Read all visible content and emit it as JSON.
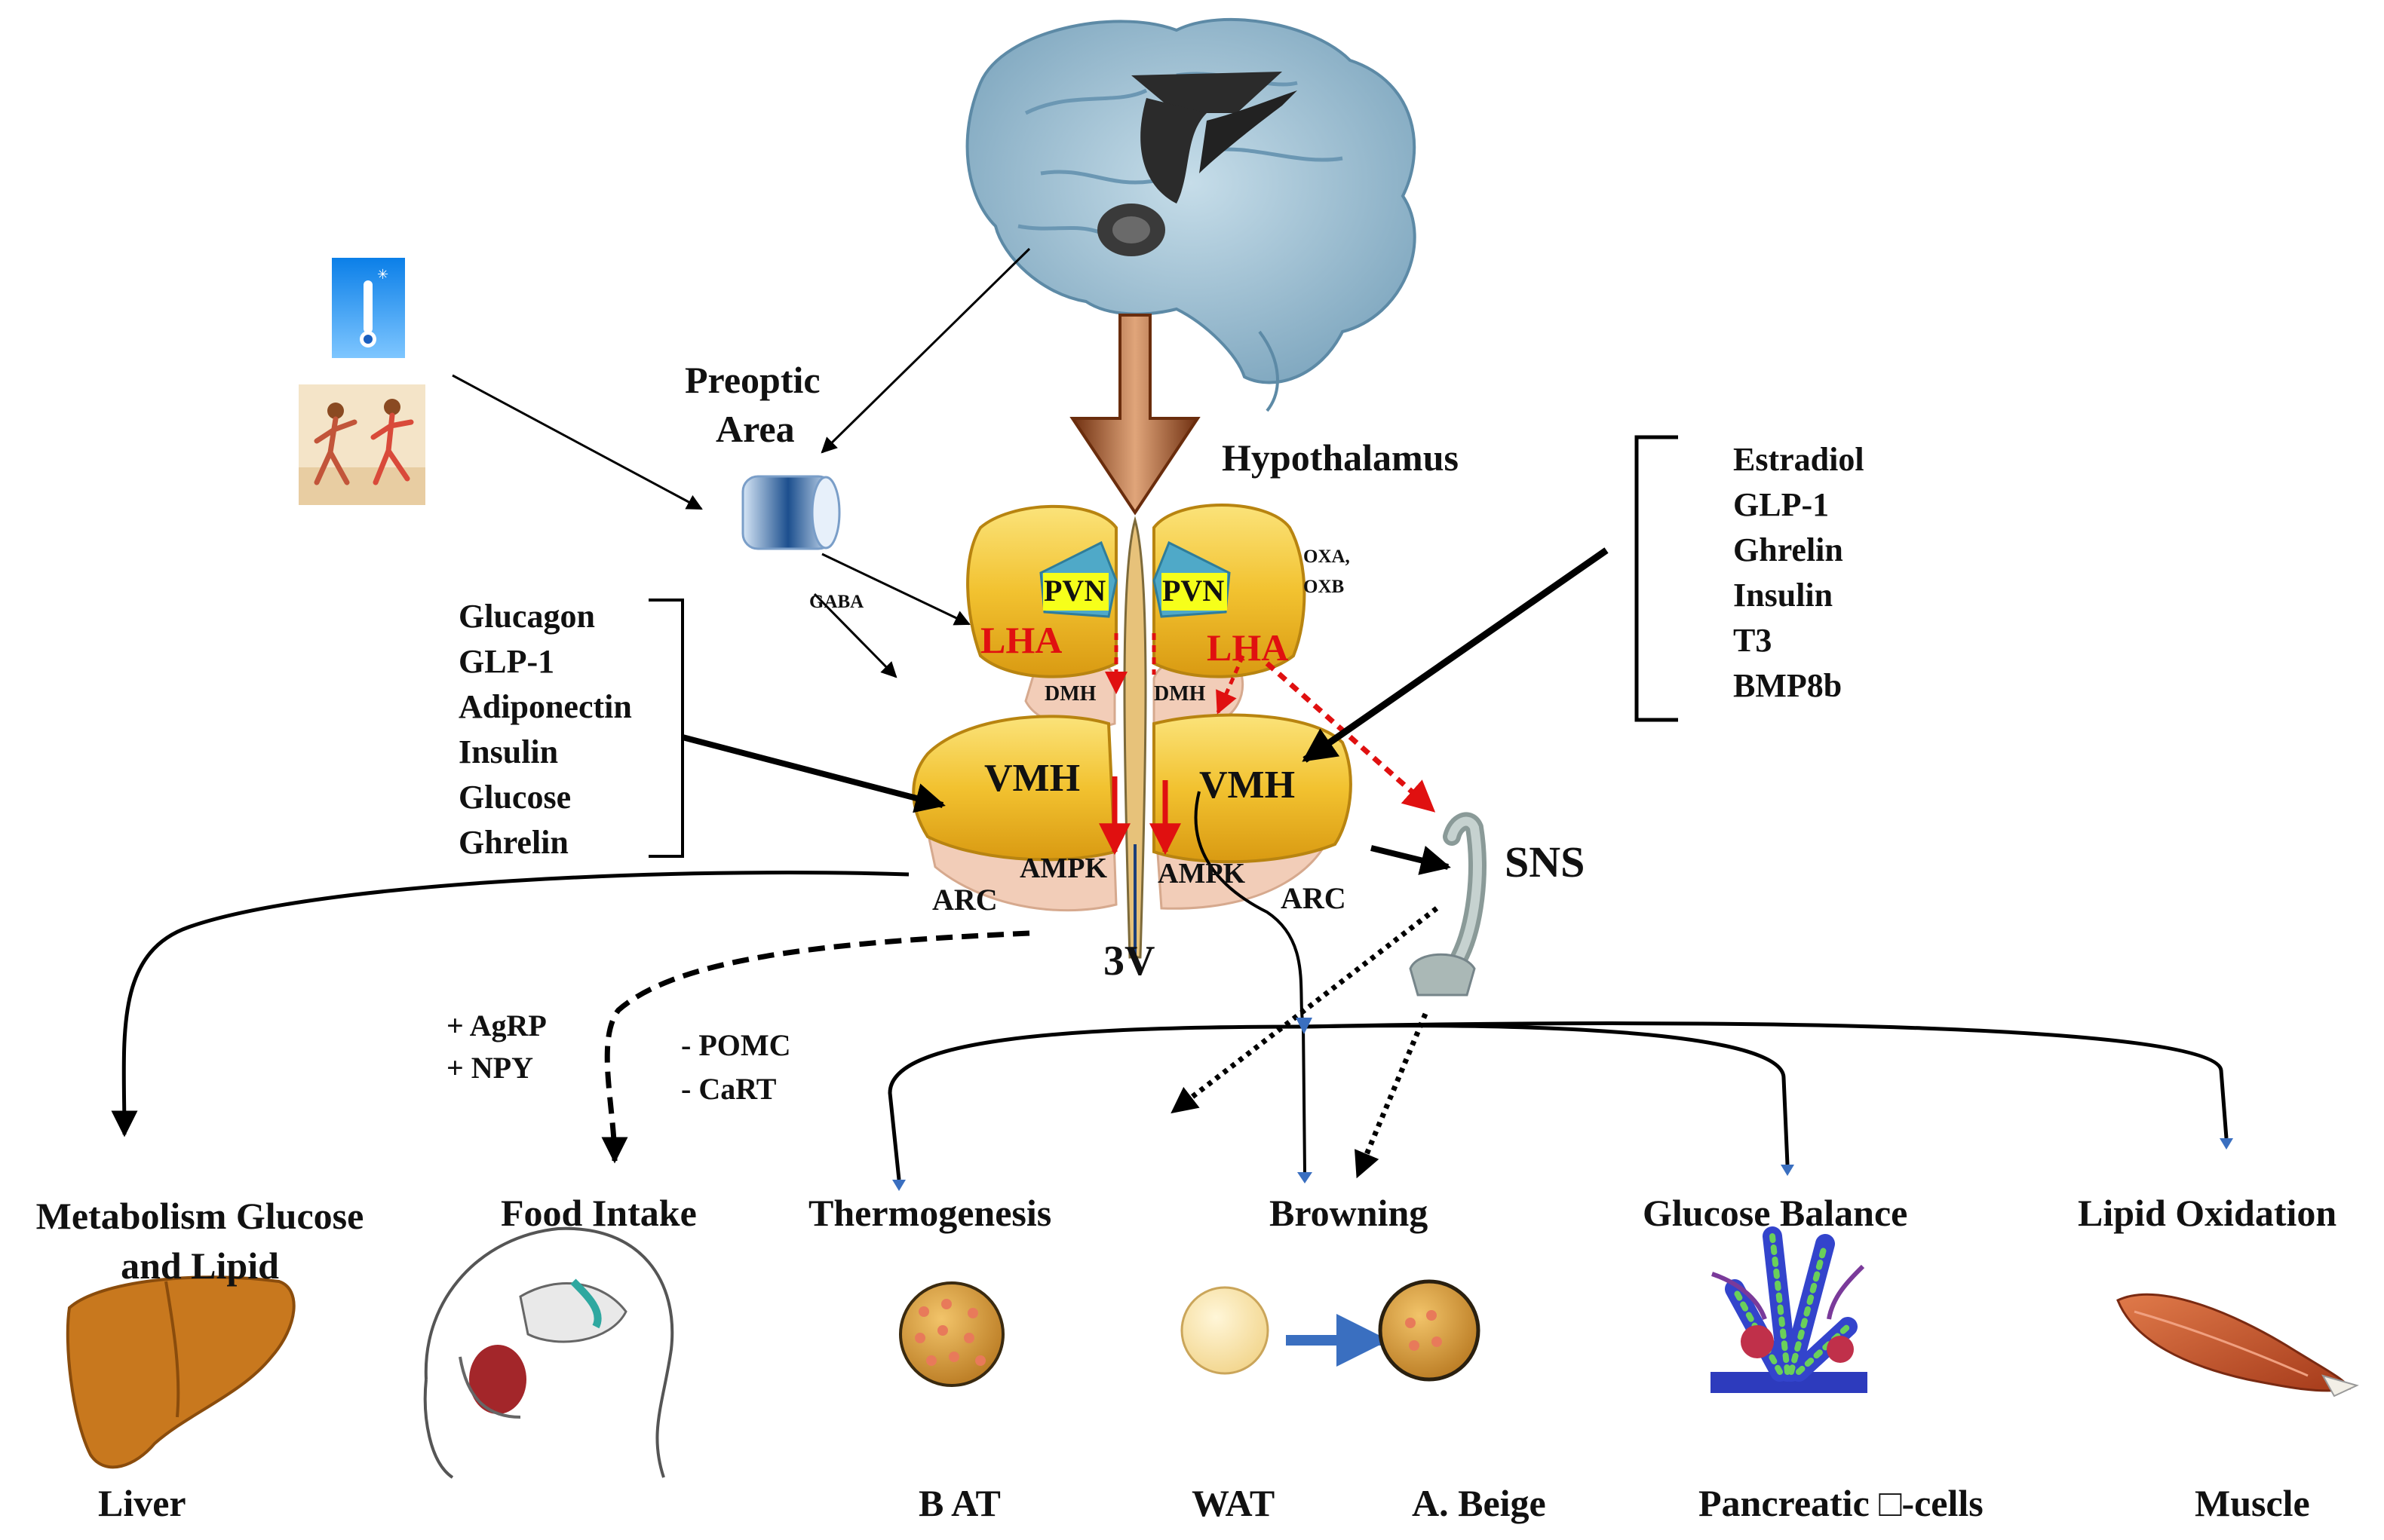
{
  "hypothalamus": {
    "title": "Hypothalamus",
    "preoptic": [
      "Preoptic",
      "Area"
    ],
    "gaba": "GABA",
    "orexin": [
      "OXA,",
      "OXB"
    ],
    "nuclei": {
      "pvn": "PVN",
      "lha": "LHA",
      "dmh": "DMH",
      "vmh": "VMH",
      "ampk": "AMPK",
      "arc": "ARC",
      "third_ventricle": "3V"
    },
    "sns": "SNS"
  },
  "left_signals": [
    "Glucagon",
    "GLP-1",
    "Adiponectin",
    "Insulin",
    "Glucose",
    "Ghrelin"
  ],
  "right_signals": [
    "Estradiol",
    "GLP-1",
    "Ghrelin",
    "Insulin",
    "T3",
    "BMP8b"
  ],
  "neuropeptides": {
    "orexigenic": [
      "+ AgRP",
      "+ NPY"
    ],
    "anorexigenic": [
      "- POMC",
      "- CaRT"
    ]
  },
  "outcomes": {
    "metabolism": [
      "Metabolism Glucose",
      "and Lipid"
    ],
    "food_intake": "Food Intake",
    "thermogenesis": "Thermogenesis",
    "browning": "Browning",
    "glucose_balance": "Glucose Balance",
    "lipid_oxidation": "Lipid Oxidation"
  },
  "tissues": {
    "liver": "Liver",
    "bat": "B AT",
    "wat": "WAT",
    "beige": "A.  Beige",
    "pancreas": "Pancreatic □-cells",
    "muscle": "Muscle"
  },
  "icons": [
    "brain-icon",
    "thermometer-icon",
    "runners-icon",
    "preoptic-cylinder-icon",
    "liver-icon",
    "eating-person-icon",
    "brown-adipocyte-icon",
    "white-adipocyte-icon",
    "beige-adipocyte-icon",
    "pancreatic-islet-icon",
    "muscle-icon",
    "sympathetic-neuron-icon"
  ],
  "colors": {
    "nucleus_yellow": "#f2c230",
    "pvn_blue": "#4fa9c8",
    "lha_red": "#e01010",
    "arrow_brown": "#9a4a1f",
    "adipocyte_brown": "#c98a2c",
    "liver": "#c8781e"
  }
}
